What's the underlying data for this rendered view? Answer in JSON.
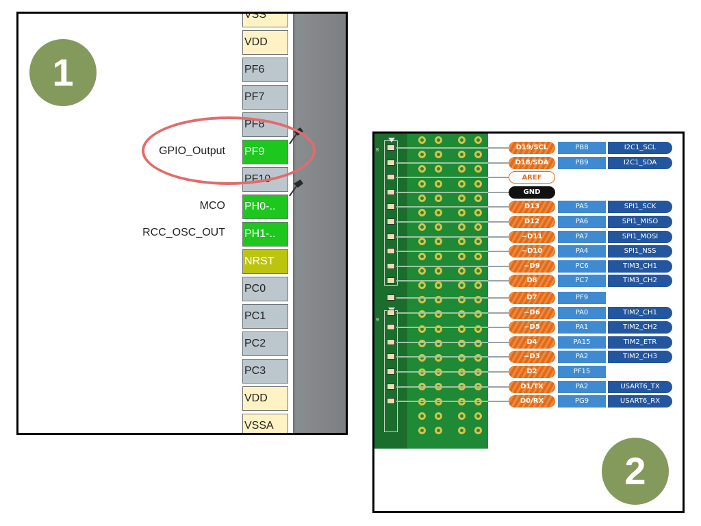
{
  "panel1": {
    "badge": "1",
    "pins": [
      {
        "label": "VSS",
        "type": "power"
      },
      {
        "label": "VDD",
        "type": "power"
      },
      {
        "label": "PF6",
        "type": "normal"
      },
      {
        "label": "PF7",
        "type": "normal"
      },
      {
        "label": "PF8",
        "type": "normal"
      },
      {
        "label": "PF9",
        "type": "green"
      },
      {
        "label": "PF10",
        "type": "normal"
      },
      {
        "label": "PH0-..",
        "type": "green"
      },
      {
        "label": "PH1-..",
        "type": "green"
      },
      {
        "label": "NRST",
        "type": "yellow"
      },
      {
        "label": "PC0",
        "type": "normal"
      },
      {
        "label": "PC1",
        "type": "normal"
      },
      {
        "label": "PC2",
        "type": "normal"
      },
      {
        "label": "PC3",
        "type": "normal"
      },
      {
        "label": "VDD",
        "type": "power"
      },
      {
        "label": "VSSA",
        "type": "power"
      }
    ],
    "signals": {
      "pf9": "GPIO_Output",
      "ph0": "MCO",
      "ph1": "RCC_OSC_OUT"
    },
    "colors": {
      "power_pin": "#fff2c4",
      "normal_pin": "#bcc6cd",
      "assigned_pin": "#1ec71e",
      "reset_pin": "#bdc40d",
      "highlight": "#e36b6b",
      "badge": "#84995c"
    }
  },
  "panel2": {
    "badge": "2",
    "header_numbers": [
      "8",
      "9"
    ],
    "rows": [
      {
        "arduino": "D19/SCL",
        "port": "PB8",
        "func": "I2C1_SCL"
      },
      {
        "arduino": "D18/SDA",
        "port": "PB9",
        "func": "I2C1_SDA"
      },
      {
        "arduino": "AREF",
        "port": "",
        "func": "",
        "style": "aref"
      },
      {
        "arduino": "GND",
        "port": "",
        "func": "",
        "style": "gnd"
      },
      {
        "arduino": "D13",
        "port": "PA5",
        "func": "SPI1_SCK"
      },
      {
        "arduino": "D12",
        "port": "PA6",
        "func": "SPI1_MISO"
      },
      {
        "arduino": "~D11",
        "port": "PA7",
        "func": "SPI1_MOSI"
      },
      {
        "arduino": "~D10",
        "port": "PA4",
        "func": "SPI1_NSS"
      },
      {
        "arduino": "~D9",
        "port": "PC6",
        "func": "TIM3_CH1"
      },
      {
        "arduino": "D8",
        "port": "PC7",
        "func": "TIM3_CH2"
      },
      {
        "arduino": "D7",
        "port": "PF9",
        "func": ""
      },
      {
        "arduino": "~D6",
        "port": "PA0",
        "func": "TIM2_CH1"
      },
      {
        "arduino": "~D5",
        "port": "PA1",
        "func": "TIM2_CH2"
      },
      {
        "arduino": "D4",
        "port": "PA15",
        "func": "TIM2_ETR"
      },
      {
        "arduino": "~D3",
        "port": "PA2",
        "func": "TIM2_CH3"
      },
      {
        "arduino": "D2",
        "port": "PF15",
        "func": ""
      },
      {
        "arduino": "D1/TX",
        "port": "PA2",
        "func": "USART6_TX"
      },
      {
        "arduino": "D0/RX",
        "port": "PG9",
        "func": "USART6_RX"
      }
    ],
    "colors": {
      "board": "#1f8a36",
      "arduino_tag": "#e06b1e",
      "port_tag": "#3f8ad0",
      "func_tag": "#23569e"
    }
  }
}
